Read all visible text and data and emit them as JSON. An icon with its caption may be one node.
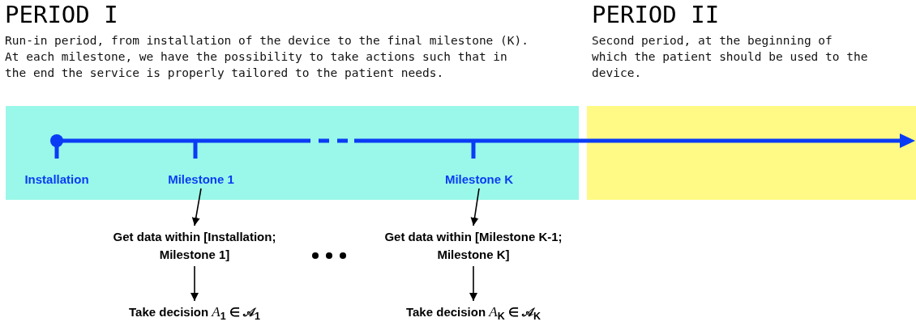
{
  "diagram": {
    "nodes": [
      {
        "text": [
          "PERIOD I",
          "Run-in period, from installation of the device to the final milestone (K). At each milestone, we have the possibility to take actions such that in the end the service is properly tailored to the patient needs."
        ]
      },
      {
        "text": [
          "PERIOD II",
          "Second period, at the beginning of which the patient should be used to the device."
        ]
      },
      {
        "text": [
          "Milestone 1"
        ],
        "in": 0
      },
      {
        "text": [
          "Milestone K"
        ],
        "in": 0
      },
      {
        "text": [
          "Get data within [Installation; Milestone 1]"
        ]
      },
      {
        "text": [
          "Get data within [Milestone K-1; Milestone K]"
        ]
      },
      {
        "text": [
          "Take decision *A*$_{1}$ ∈ 𝒜$_{1}$"
        ]
      },
      {
        "text": [
          "Take decision *A*$_{K}$ ∈ 𝒜$_{K}$"
        ]
      }
    ],
    "edges": [
      {
        "from": 2,
        "to": 4,
        "arrow": "to"
      },
      {
        "from": 4,
        "to": 6,
        "arrow": "to"
      },
      {
        "from": 3,
        "to": 5,
        "arrow": "to"
      },
      {
        "from": 5,
        "to": 7,
        "arrow": "to"
      }
    ],
    "labels": [
      "Installation"
    ]
  }
}
